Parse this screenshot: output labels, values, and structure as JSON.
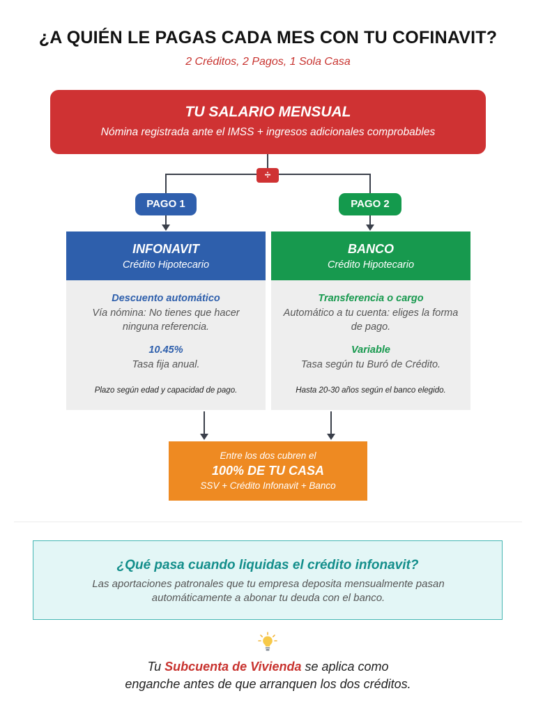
{
  "header": {
    "title": "¿A QUIÉN LE PAGAS CADA MES CON TU COFINAVIT?",
    "subtitle": "2 Créditos, 2 Pagos, 1 Sola Casa"
  },
  "salary": {
    "title": "TU SALARIO MENSUAL",
    "subtitle": "Nómina registrada ante el IMSS + ingresos adicionales comprobables",
    "divide_symbol": "÷"
  },
  "pagos": [
    {
      "pill": "PAGO 1",
      "name": "INFONAVIT",
      "type": "Crédito Hipotecario",
      "method_title": "Descuento automático",
      "method_body": "Vía nómina: No tienes que hacer ninguna referencia.",
      "rate_title": "10.45%",
      "rate_body": "Tasa fija anual.",
      "term": "Plazo según edad y capacidad de pago."
    },
    {
      "pill": "PAGO 2",
      "name": "BANCO",
      "type": "Crédito Hipotecario",
      "method_title": "Transferencia o cargo",
      "method_body": "Automático a tu cuenta: eliges la forma de pago.",
      "rate_title": "Variable",
      "rate_body": "Tasa según tu Buró de Crédito.",
      "term": "Hasta 20-30 años según el banco elegido."
    }
  ],
  "total": {
    "line1": "Entre los dos cubren el",
    "line2": "100% DE TU CASA",
    "line3": "SSV + Crédito Infonavit + Banco"
  },
  "info": {
    "title": "¿Qué pasa cuando liquidas el crédito infonavit?",
    "body": "Las aportaciones patronales que tu empresa deposita mensualmente pasan automáticamente a abonar tu deuda con el banco."
  },
  "footer": {
    "pre": "Tu ",
    "highlight": "Subcuenta de Vivienda",
    "post": " se aplica como",
    "line2": "enganche antes de que arranquen los dos créditos."
  },
  "colors": {
    "red": "#cf3233",
    "blue": "#2e5fac",
    "green": "#17994e",
    "orange": "#ee8a22",
    "teal": "#138e8b"
  },
  "icons": {
    "footer_icon": "lightbulb-icon"
  }
}
